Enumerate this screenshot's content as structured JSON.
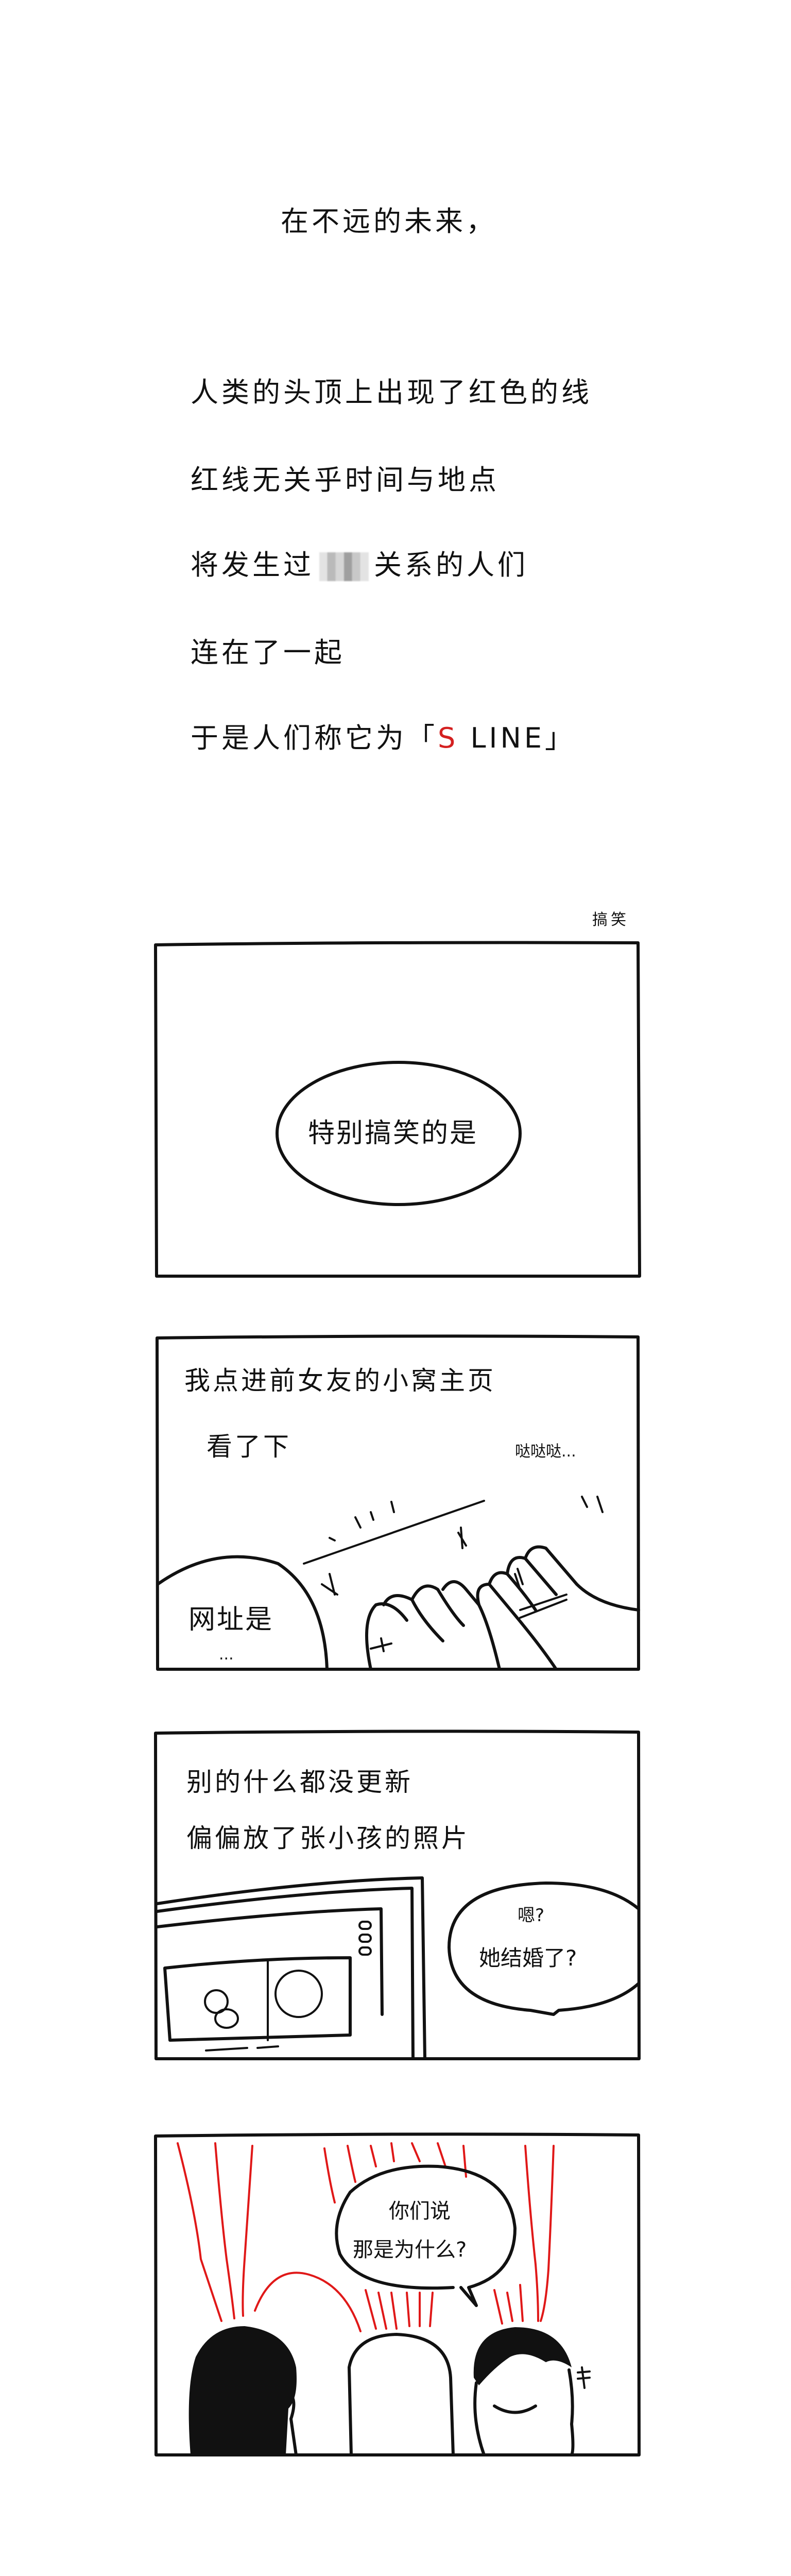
{
  "intro": {
    "line1": "在不远的未来，",
    "line2": "人类的头顶上出现了红色的线",
    "line3": "红线无关乎时间与地点",
    "line4_before": "将发生过",
    "line4_after": "关系的人们",
    "line5": "连在了一起",
    "line6_before": "于是人们称它为「",
    "line6_red": "S",
    "line6_after": " LINE」"
  },
  "tag": "搞笑",
  "panels": [
    {
      "bubble": "特别搞笑的是"
    },
    {
      "caption1": "我点进前女友的小窝主页",
      "caption2": "看了下",
      "sfx": "哒哒哒...",
      "bubble_line1": "网址是",
      "bubble_line2": "..."
    },
    {
      "caption1": "别的什么都没更新",
      "caption2": "偏偏放了张小孩的照片",
      "bubble_line1": "嗯?",
      "bubble_line2": "她结婚了?"
    },
    {
      "bubble_line1": "你们说",
      "bubble_line2": "那是为什么?"
    }
  ],
  "colors": {
    "red_line": "#e01818",
    "ink": "#111111",
    "background": "#ffffff"
  }
}
